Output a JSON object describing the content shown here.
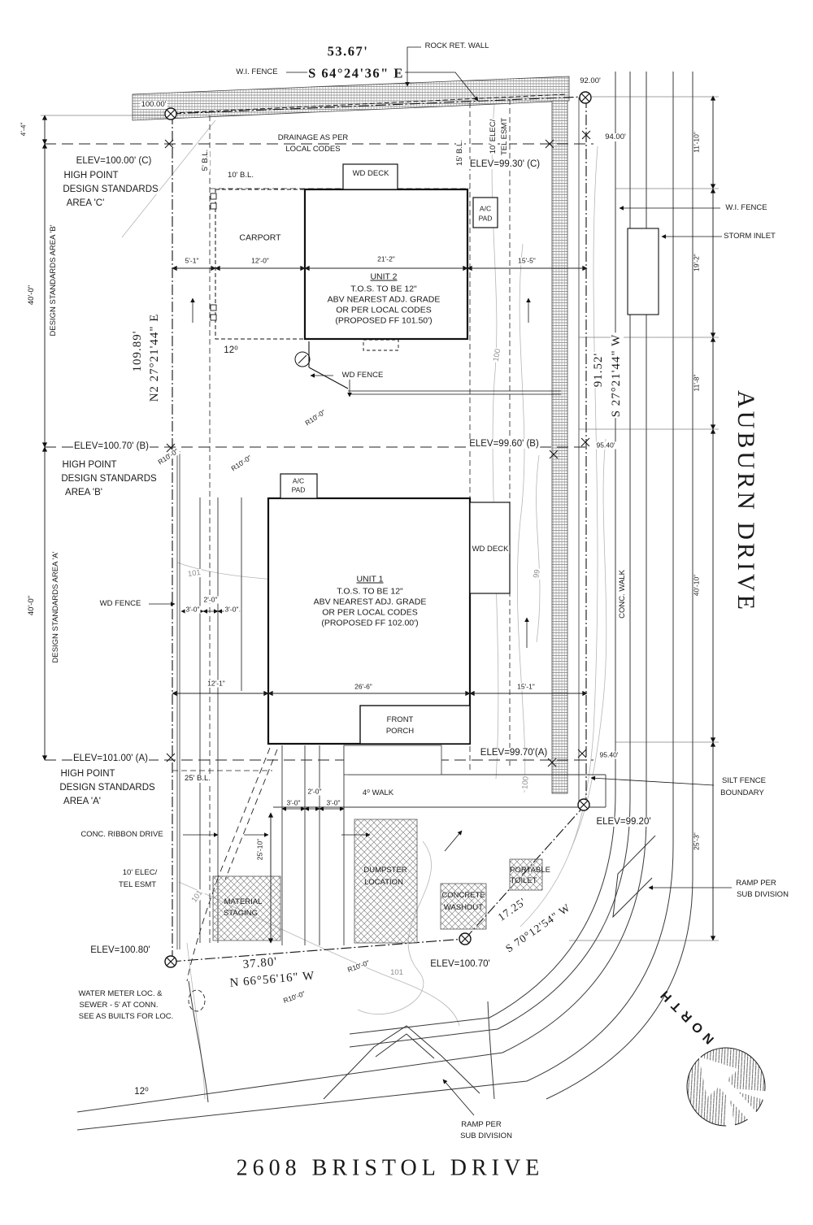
{
  "title": {
    "address": "2608 BRISTOL DRIVE",
    "street_east": "AUBURN DRIVE",
    "north": "NORTH"
  },
  "bearings": {
    "north": {
      "len": "53.67'",
      "brg": "S 64°24'36\" E"
    },
    "west": {
      "len": "109.89'",
      "brg": "N2 27°21'44\" E"
    },
    "east": {
      "len": "91.52'",
      "brg": "S 27°21'44\" W"
    },
    "south": {
      "len": "37.80'",
      "brg": "N 66°56'16\" W"
    },
    "southeast": {
      "len": "17.25'",
      "brg": "S 70°12'54\" W"
    }
  },
  "spots": {
    "p100": "100.00'",
    "p92": "92.00'",
    "p94": "94.00'",
    "p9540": "95.40'"
  },
  "elev": {
    "c_high": "ELEV=100.00' (C)",
    "c_low": "ELEV=99.30' (C)",
    "b_high": "ELEV=100.70' (B)",
    "b_low": "ELEV=99.60' (B)",
    "a_high": "ELEV=101.00' (A)",
    "a_low": "ELEV=99.70'(A)",
    "sw": "ELEV=100.80'",
    "s": "ELEV=100.70'",
    "se": "ELEV=99.20'",
    "high_point": "HIGH POINT",
    "design_standards": "DESIGN STANDARDS",
    "area_a": "AREA 'A'",
    "area_b": "AREA 'B'",
    "area_c": "AREA 'C'"
  },
  "zones": {
    "west_b": "DESIGN STANDARDS AREA 'B'",
    "west_a": "DESIGN STANDARDS AREA 'A'"
  },
  "setbacks": {
    "bl5": "5' B.L.",
    "bl10": "10' B.L.",
    "bl15": "15' B.L.",
    "bl25": "25' B.L."
  },
  "features": {
    "rock_wall": "ROCK RET. WALL",
    "wi_fence": "W.I. FENCE",
    "storm_inlet": "STORM INLET",
    "drainage1": "DRAINAGE AS PER",
    "drainage2": "LOCAL CODES",
    "esmt1": "10' ELEC/",
    "esmt2": "TEL ESMT",
    "wd_deck": "WD DECK",
    "carport": "CARPORT",
    "ac1": "A/C",
    "ac2": "PAD",
    "wd_fence": "WD FENCE",
    "front1": "FRONT",
    "front2": "PORCH",
    "walk": "4⁰ WALK",
    "conc_walk": "CONC. WALK",
    "ribbon": "CONC. RIBBON DRIVE",
    "silt1": "SILT FENCE",
    "silt2": "BOUNDARY",
    "ramp1": "RAMP PER",
    "ramp2": "SUB DIVISION",
    "mat1": "MATERIAL",
    "mat2": "STAGING",
    "dump1": "DUMPSTER",
    "dump2": "LOCATION",
    "wash1": "CONCRETE",
    "wash2": "WASHOUT",
    "toilet1": "PORTABLE",
    "toilet2": "TOILET",
    "water1": "WATER METER LOC. &",
    "water2": "SEWER - 5' AT CONN.",
    "water3": "SEE AS BUILTS FOR LOC."
  },
  "units": {
    "unit2": {
      "name": "UNIT 2",
      "l1": "T.O.S. TO BE 12\"",
      "l2": "ABV NEAREST ADJ. GRADE",
      "l3": "OR PER LOCAL CODES",
      "ff": "(PROPOSED FF 101.50')"
    },
    "unit1": {
      "name": "UNIT 1",
      "l1": "T.O.S. TO BE 12\"",
      "l2": "ABV NEAREST ADJ. GRADE",
      "l3": "OR PER LOCAL CODES",
      "ff": "(PROPOSED FF 102.00')"
    }
  },
  "dims": {
    "d44": "4'-4\"",
    "d400": "40'-0\"",
    "d1110": "11'-10\"",
    "d192": "19'-2\"",
    "d118": "11'-8\"",
    "d4010": "40'-10\"",
    "d253": "25'-3\"",
    "d51": "5'-1\"",
    "d120": "12'-0\"",
    "d212": "21'-2\"",
    "d155": "15'-5\"",
    "d121": "12'-1\"",
    "d266": "26'-6\"",
    "d151": "15'-1\"",
    "d30": "3'-0\"",
    "d20": "2'-0\"",
    "d2510": "25'-10\"",
    "r10": "R10'-0\""
  },
  "contours": {
    "c99": "99",
    "c100": "100",
    "c101": "101",
    "c120": "12⁰"
  }
}
